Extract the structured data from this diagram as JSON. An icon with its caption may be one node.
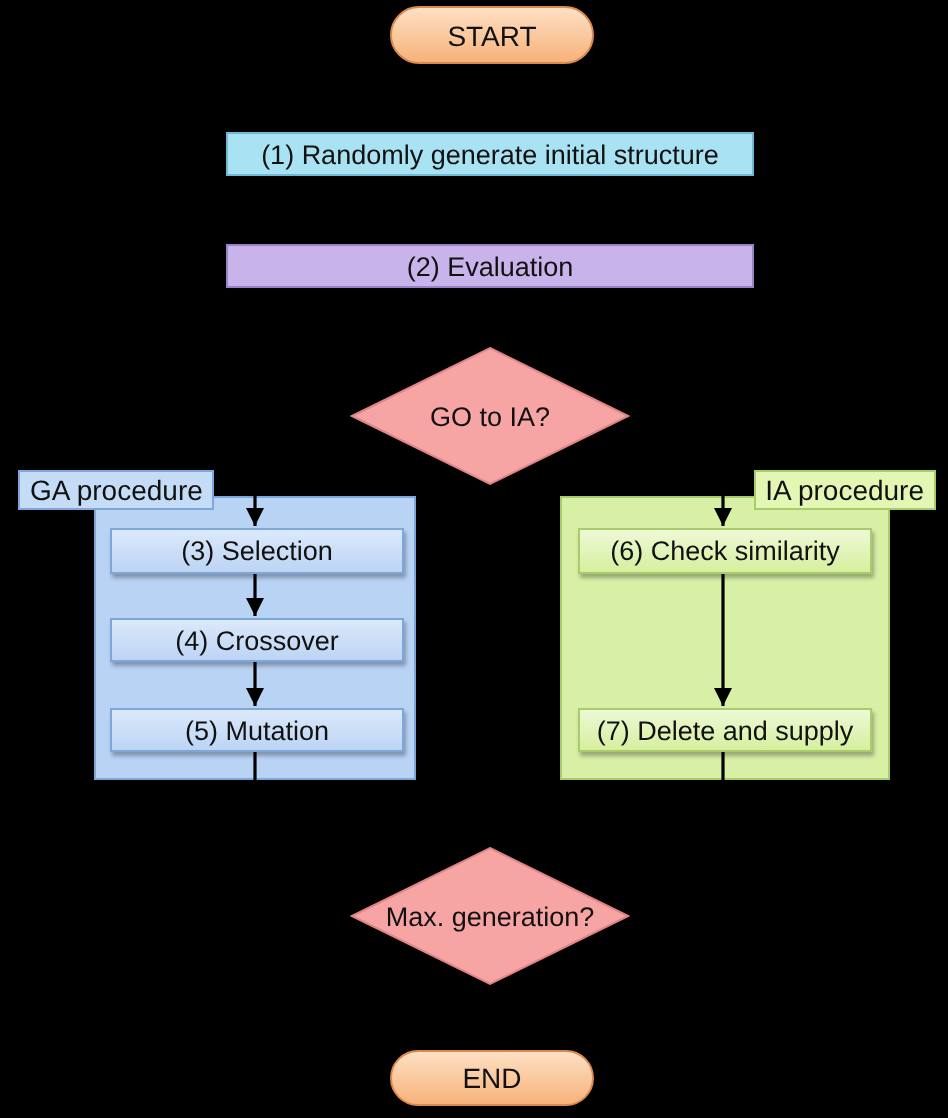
{
  "diagram": {
    "nodes": [
      {
        "text": [
          "START"
        ]
      },
      {
        "text": [
          "(1) Randomly generate initial structure"
        ]
      },
      {
        "text": [
          "(2) Evaluation"
        ]
      },
      {
        "text": [
          "GO to IA?"
        ]
      },
      {
        "text": [
          "GA procedure"
        ]
      },
      {
        "text": [
          "(3) Selection"
        ],
        "in": 4
      },
      {
        "text": [
          "(4) Crossover"
        ],
        "in": 4
      },
      {
        "text": [
          "(5) Mutation"
        ],
        "in": 4
      },
      {
        "text": [
          "IA procedure"
        ]
      },
      {
        "text": [
          "(6) Check similarity"
        ],
        "in": 8
      },
      {
        "text": [
          "(7) Delete and supply"
        ],
        "in": 8
      },
      {
        "text": [
          "Max. generation?"
        ]
      },
      {
        "text": [
          "END"
        ]
      }
    ],
    "edges": [
      {
        "from": 3,
        "to": 5,
        "arrow": "to"
      },
      {
        "from": 5,
        "to": 6,
        "arrow": "to"
      },
      {
        "from": 6,
        "to": 7,
        "arrow": "to"
      },
      {
        "from": 7,
        "to": 11,
        "arrow": "to"
      },
      {
        "from": 3,
        "to": 9,
        "arrow": "to"
      },
      {
        "from": 9,
        "to": 10,
        "arrow": "to"
      },
      {
        "from": 10,
        "to": 11,
        "arrow": "to"
      }
    ]
  }
}
